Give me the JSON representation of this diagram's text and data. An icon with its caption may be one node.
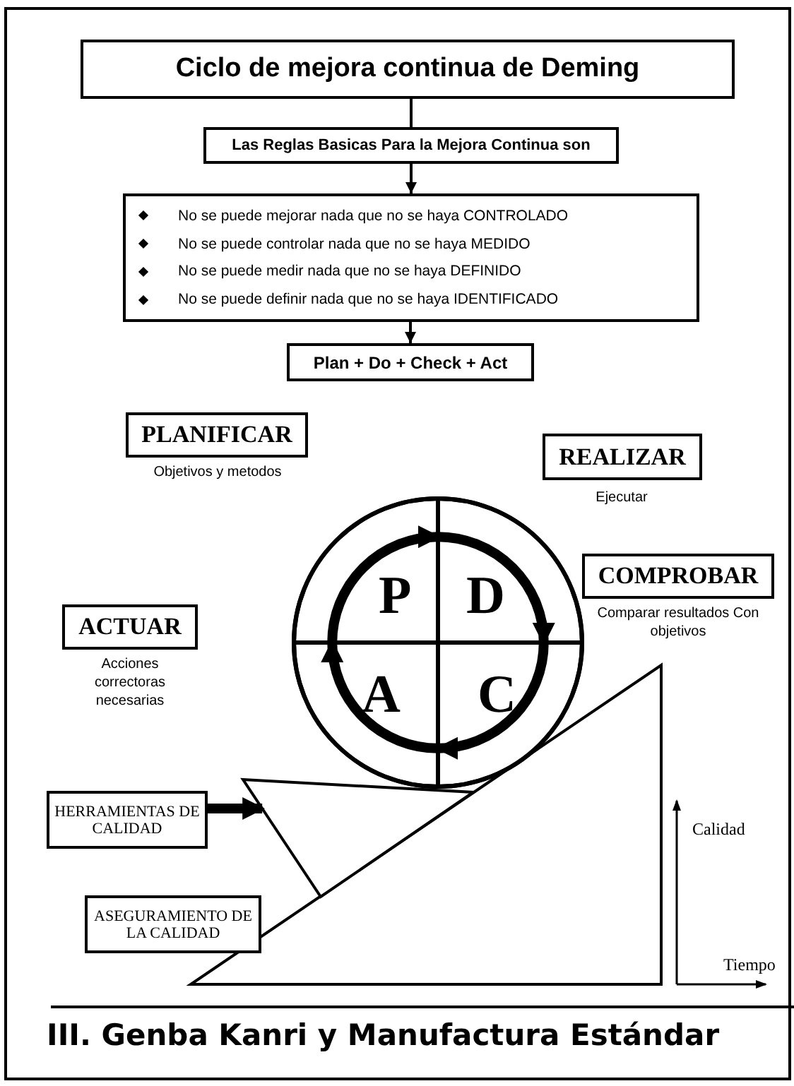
{
  "diagram": {
    "caption": "III. Genba Kanri y Manufactura Estándar",
    "nodes": [
      {
        "text": [
          "Ciclo de mejora continua de Deming"
        ]
      },
      {
        "text": [
          "Las Reglas Basicas Para la Mejora Continua son"
        ]
      },
      {
        "text": [
          "No se puede mejorar nada que no se haya CONTROLADO",
          "No se puede controlar nada que no se haya MEDIDO",
          "No se puede medir nada que no se haya DEFINIDO",
          "No se puede definir nada que no se haya IDENTIFICADO"
        ]
      },
      {
        "text": [
          "Plan + Do + Check + Act"
        ]
      },
      {
        "text": [
          "PLANIFICAR"
        ],
        "beside": [
          "Objetivos y metodos"
        ]
      },
      {
        "text": [
          "REALIZAR"
        ],
        "beside": [
          "Ejecutar"
        ]
      },
      {
        "text": [
          "COMPROBAR"
        ],
        "beside": [
          "Comparar resultados Con objetivos"
        ]
      },
      {
        "text": [
          "ACTUAR"
        ],
        "beside": [
          "Acciones correctoras necesarias"
        ]
      },
      {
        "text": [],
        "shape": "circle"
      },
      {
        "text": [
          "P"
        ],
        "in": 8
      },
      {
        "text": [
          "D"
        ],
        "in": 8
      },
      {
        "text": [
          "A"
        ],
        "in": 8
      },
      {
        "text": [
          "C"
        ],
        "in": 8
      },
      {
        "text": [
          "HERRAMIENTAS DE CALIDAD"
        ]
      },
      {
        "text": [],
        "shape": "triangle"
      },
      {
        "text": [
          "ASEGURAMIENTO DE LA CALIDAD"
        ]
      }
    ],
    "edges": [
      {
        "from": 0,
        "to": 1,
        "arrow": "none"
      },
      {
        "from": 1,
        "to": 2,
        "arrow": "to"
      },
      {
        "from": 2,
        "to": 3,
        "arrow": "to"
      },
      {
        "from": 9,
        "to": 10,
        "arrow": "to"
      },
      {
        "from": 10,
        "to": 12,
        "arrow": "to"
      },
      {
        "from": 12,
        "to": 11,
        "arrow": "to"
      },
      {
        "from": 11,
        "to": 9,
        "arrow": "to"
      },
      {
        "from": 13,
        "to": 14,
        "arrow": "to"
      }
    ],
    "labels": [
      "Calidad",
      "Tiempo"
    ]
  }
}
